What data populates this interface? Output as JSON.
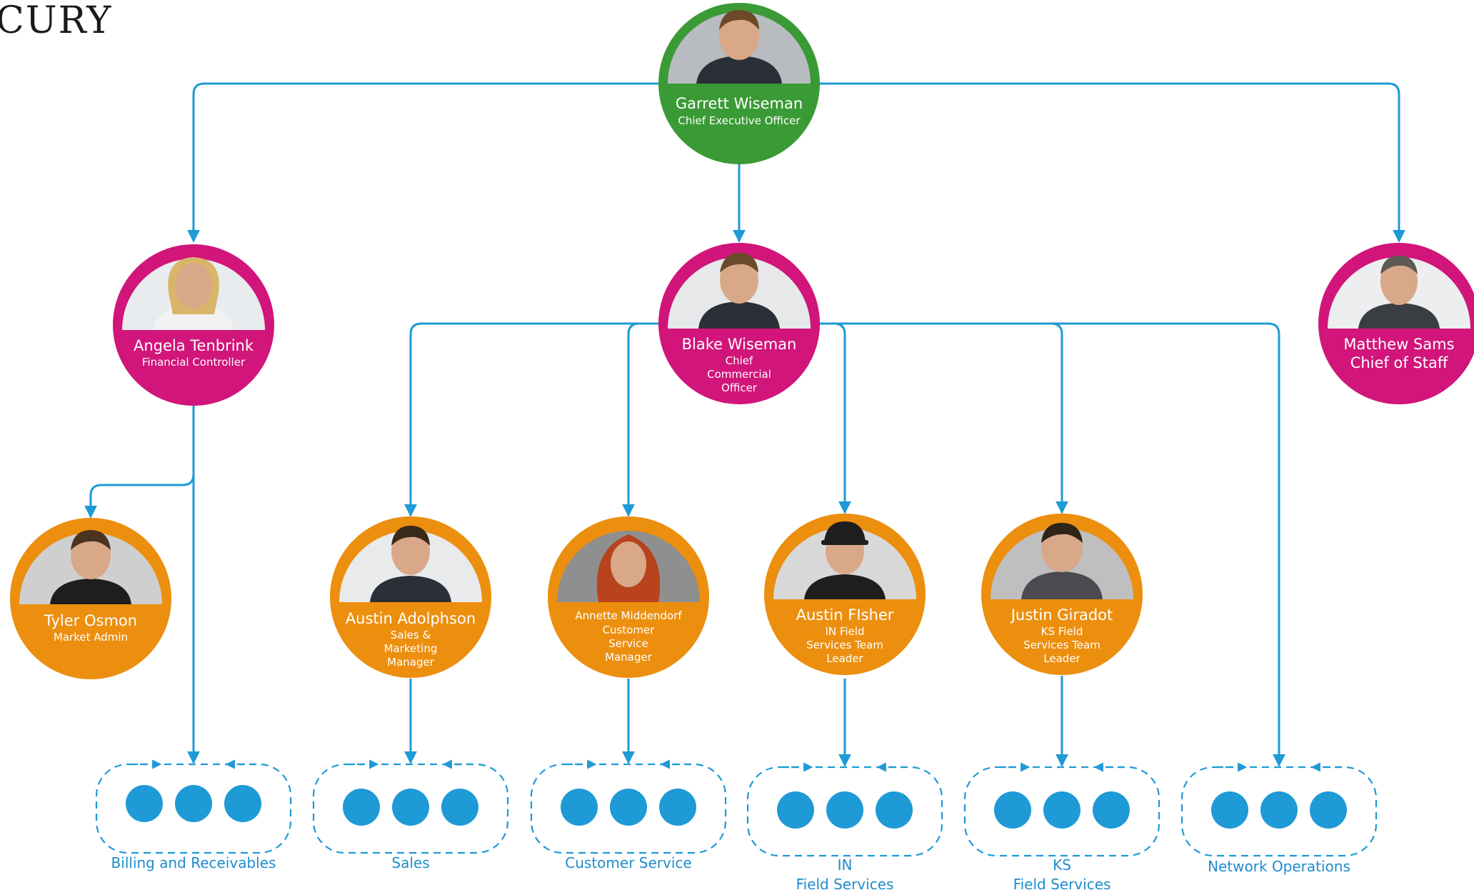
{
  "logo_text": "CURY",
  "people": {
    "garrett": {
      "name": "Garrett Wiseman",
      "title": [
        "Chief Executive Officer"
      ],
      "ring": "green"
    },
    "angela": {
      "name": "Angela Tenbrink",
      "title": [
        "Financial Controller"
      ],
      "ring": "pink"
    },
    "blake": {
      "name": "Blake Wiseman",
      "title": [
        "Chief",
        "Commercial",
        "Officer"
      ],
      "ring": "pink"
    },
    "matthew": {
      "name": "Matthew Sams",
      "title": [
        "Chief of Staff"
      ],
      "ring": "pink"
    },
    "tyler": {
      "name": "Tyler Osmon",
      "title": [
        "Market Admin"
      ],
      "ring": "orange"
    },
    "adolphson": {
      "name": "Austin Adolphson",
      "title": [
        "Sales &",
        "Marketing",
        "Manager"
      ],
      "ring": "orange"
    },
    "annette": {
      "name": "",
      "title": [
        "Annette Middendorf",
        "Customer",
        "Service",
        "Manager"
      ],
      "ring": "orange"
    },
    "fisher": {
      "name": "Austin FIsher",
      "title": [
        "IN Field",
        "Services Team",
        "Leader"
      ],
      "ring": "orange"
    },
    "giradot": {
      "name": "Justin Giradot",
      "title": [
        "KS Field",
        "Services Team",
        "Leader"
      ],
      "ring": "orange"
    }
  },
  "groups": {
    "billing": {
      "label": [
        "Billing and Receivables"
      ]
    },
    "sales": {
      "label": [
        "Sales"
      ]
    },
    "cs": {
      "label": [
        "Customer Service"
      ]
    },
    "in_fs": {
      "label": [
        "IN",
        "Field Services"
      ]
    },
    "ks_fs": {
      "label": [
        "KS",
        "Field Services"
      ]
    },
    "netops": {
      "label": [
        "Network Operations"
      ]
    }
  },
  "colors": {
    "connector": "#1e9ad6",
    "green": "#3a9a35",
    "pink": "#d1157a",
    "orange": "#ec8f0f"
  }
}
